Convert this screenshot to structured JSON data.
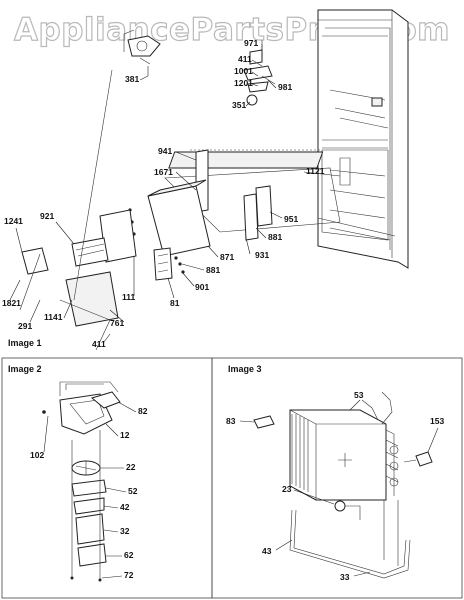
{
  "watermark": "AppliancePartsPros.com",
  "panels": {
    "image1": "Image 1",
    "image2": "Image 2",
    "image3": "Image 3"
  },
  "image1_labels": [
    "381",
    "971",
    "411",
    "1001",
    "1201",
    "981",
    "351",
    "941",
    "1671",
    "1121",
    "951",
    "881",
    "931",
    "871",
    "881",
    "901",
    "81",
    "111",
    "761",
    "1141",
    "291",
    "1821",
    "1241",
    "921",
    "411"
  ],
  "image2_labels": [
    "82",
    "102",
    "12",
    "22",
    "52",
    "42",
    "32",
    "62",
    "72"
  ],
  "image3_labels": [
    "53",
    "83",
    "153",
    "23",
    "43",
    "33"
  ]
}
